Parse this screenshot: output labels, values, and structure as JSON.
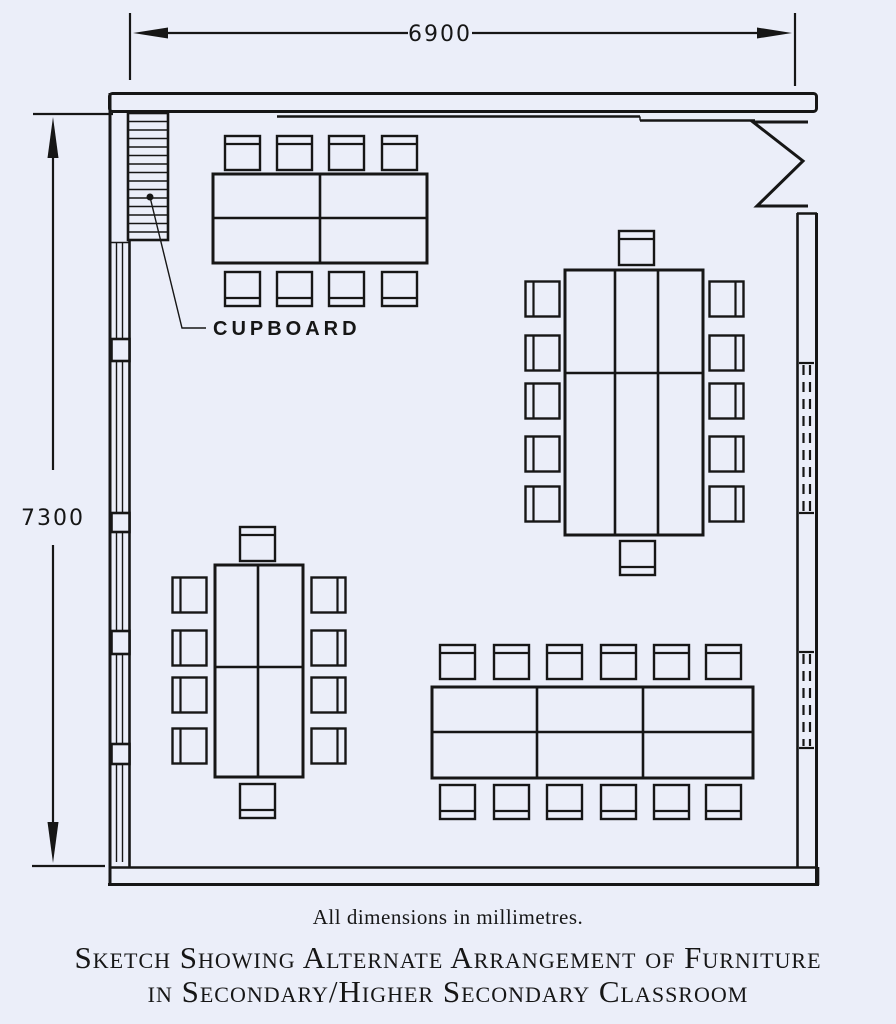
{
  "colors": {
    "paper": "#ebeef9",
    "ink": "#161616"
  },
  "dimensions": {
    "width_label": "6900",
    "height_label": "7300",
    "units_note": "All dimensions in millimetres."
  },
  "cupboard": {
    "label": "CUPBOARD"
  },
  "title": {
    "line1": "Sketch Showing Alternate Arrangement of Furniture",
    "line2": "in Secondary/Higher Secondary Classroom"
  },
  "furniture": {
    "table_groups": [
      {
        "id": "top-left",
        "orientation": "horizontal",
        "tables": 2,
        "chairs": 8
      },
      {
        "id": "right-middle",
        "orientation": "vertical",
        "tables": 2,
        "chairs": 12
      },
      {
        "id": "bottom-left",
        "orientation": "vertical",
        "tables": 2,
        "chairs": 10
      },
      {
        "id": "bottom-right",
        "orientation": "horizontal",
        "tables": 3,
        "chairs": 12
      }
    ],
    "total_chairs": 42
  },
  "features": {
    "door": "double-swing-door-top-right",
    "windows": "left-wall-window-strip",
    "overhead_openings": "right-wall-dashed-sections"
  }
}
